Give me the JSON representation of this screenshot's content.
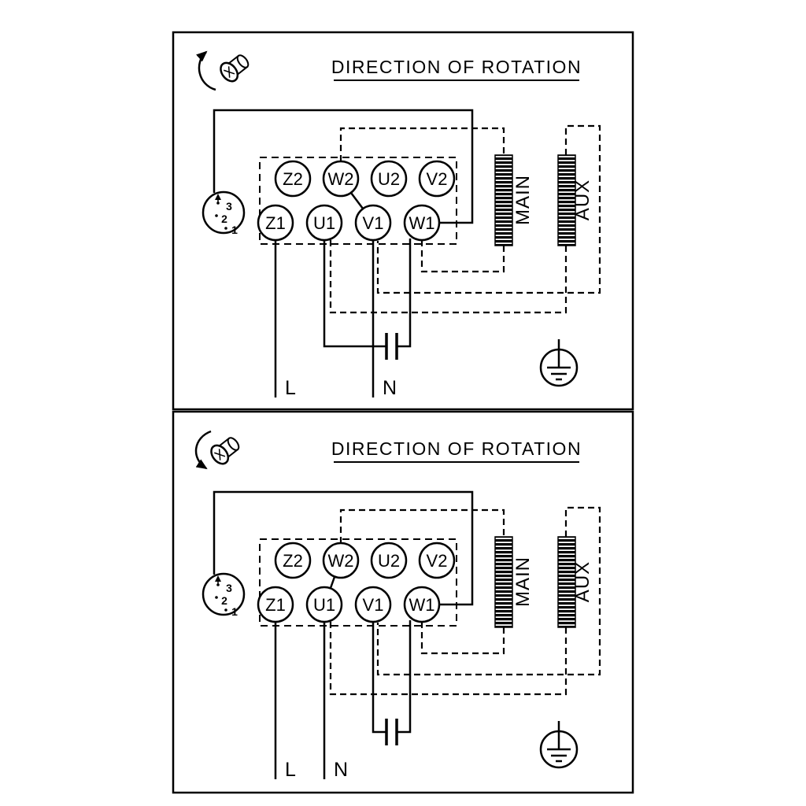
{
  "diagram": {
    "colors": {
      "line": "#000000",
      "background": "#ffffff"
    },
    "panels": [
      {
        "title": "DIRECTION OF ROTATION",
        "rotation_direction": "counterclockwise",
        "terminals_top": [
          "Z2",
          "W2",
          "U2",
          "V2"
        ],
        "terminals_bottom": [
          "Z1",
          "U1",
          "V1",
          "W1"
        ],
        "windings": {
          "main": "MAIN",
          "aux": "AUX"
        },
        "power": {
          "line": "L",
          "neutral": "N"
        },
        "selector_positions": [
          "3",
          "2",
          "1"
        ]
      },
      {
        "title": "DIRECTION OF ROTATION",
        "rotation_direction": "clockwise",
        "terminals_top": [
          "Z2",
          "W2",
          "U2",
          "V2"
        ],
        "terminals_bottom": [
          "Z1",
          "U1",
          "V1",
          "W1"
        ],
        "windings": {
          "main": "MAIN",
          "aux": "AUX"
        },
        "power": {
          "line": "L",
          "neutral": "N"
        },
        "selector_positions": [
          "3",
          "2",
          "1"
        ]
      }
    ]
  }
}
